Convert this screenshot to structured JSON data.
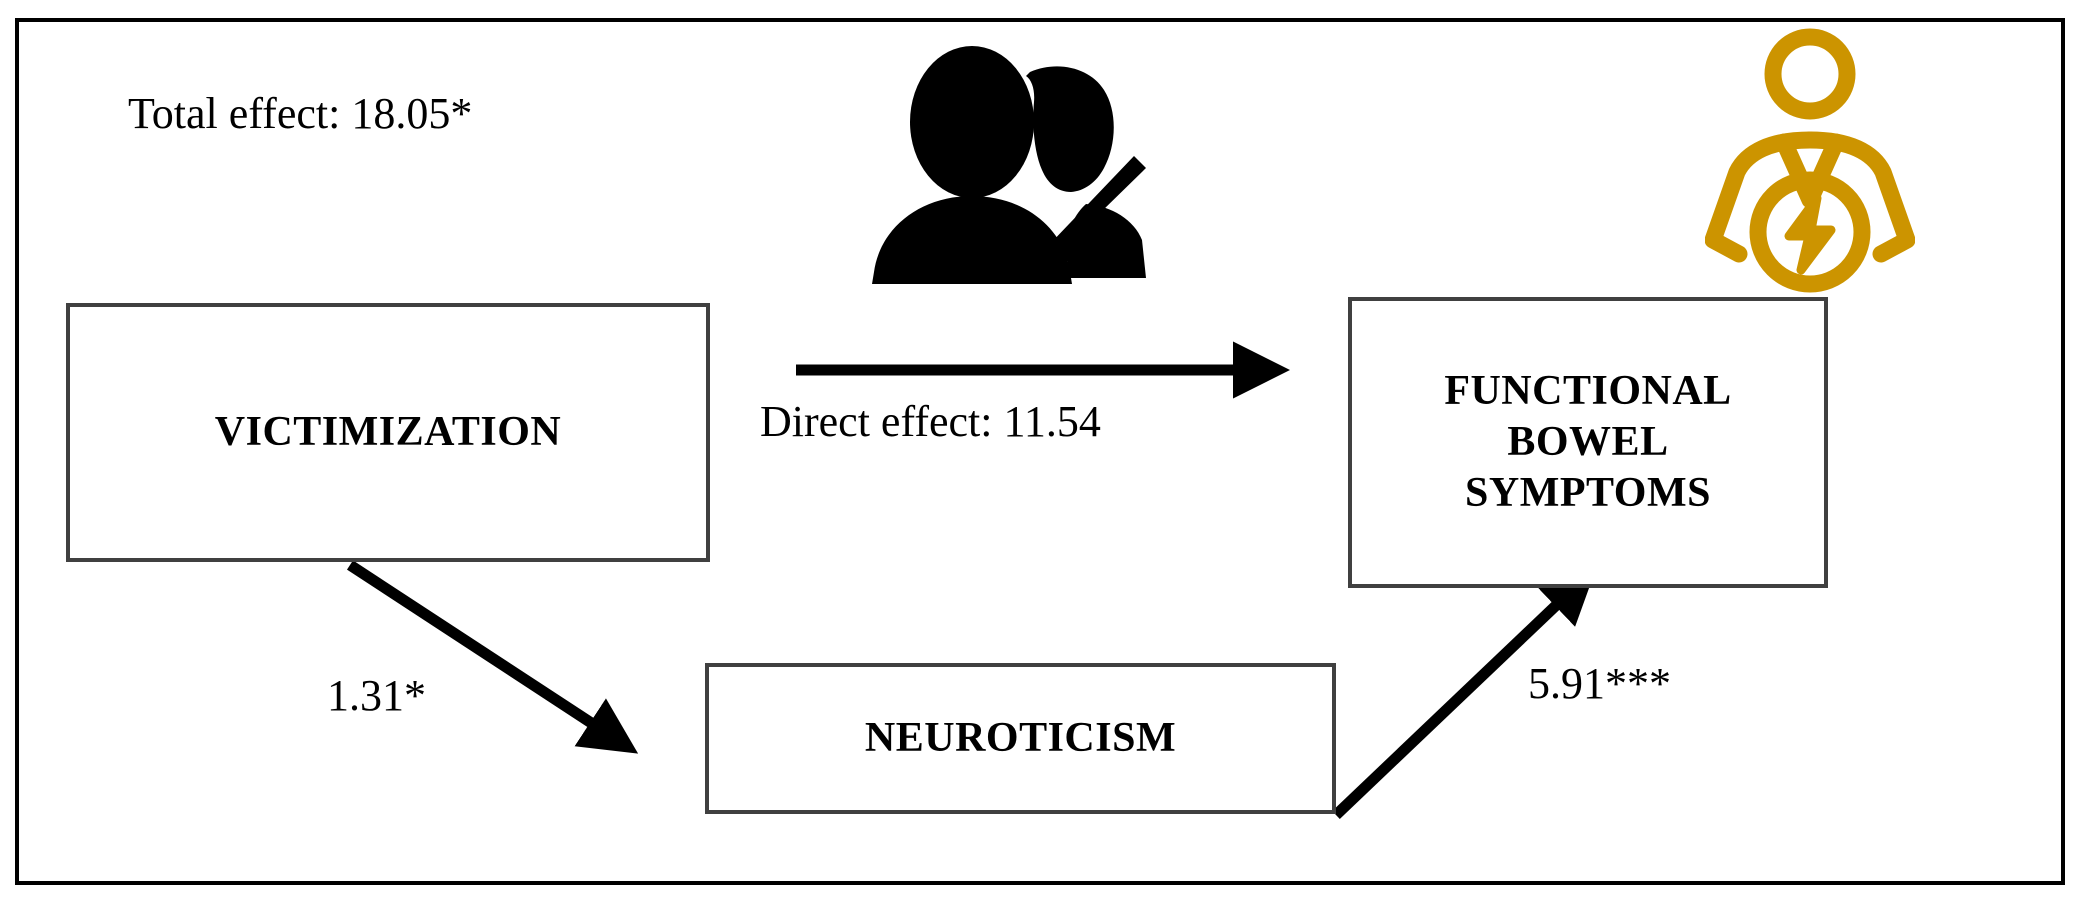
{
  "figure": {
    "type": "mediation-path-diagram",
    "frame_color": "#000000",
    "box_border_color": "#404040",
    "arrow_color": "#000000",
    "accent_color": "#CC9400"
  },
  "nodes": {
    "predictor": {
      "id": "victimization",
      "label": "VICTIMIZATION"
    },
    "mediator": {
      "id": "neuroticism",
      "label": "NEUROTICISM"
    },
    "outcome": {
      "id": "functional-bowel-symptoms",
      "label_line1": "FUNCTIONAL",
      "label_line2": "BOWEL",
      "label_line3": "SYMPTOMS"
    }
  },
  "paths": {
    "total_effect": {
      "label": "Total effect: 18.05*",
      "value": 18.05,
      "significance": "*"
    },
    "direct_effect": {
      "label": "Direct effect: 11.54",
      "value": 11.54,
      "significance": ""
    },
    "a_path": {
      "label": "1.31*",
      "value": 1.31,
      "significance": "*",
      "from": "victimization",
      "to": "neuroticism"
    },
    "b_path": {
      "label": "5.91***",
      "value": 5.91,
      "significance": "***",
      "from": "neuroticism",
      "to": "functional-bowel-symptoms"
    }
  },
  "icons": {
    "victimization_icon": "two-people-assault-icon",
    "symptoms_icon": "patient-abdominal-pain-icon"
  }
}
